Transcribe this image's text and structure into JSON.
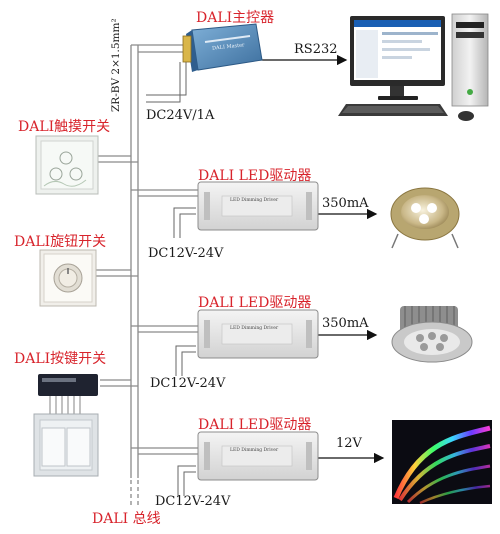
{
  "title_label": "DALI主控器",
  "rs232_label": "RS232",
  "cable_spec": "ZR-BV 2×1.5mm²",
  "controller_power": "DC24V/1A",
  "controller_brand": "DALI Master",
  "driver_title": "DALI LED驱动器",
  "driver_faceplate": "LED Dimming Driver",
  "drivers": [
    {
      "output": "350mA",
      "power": "DC12V-24V"
    },
    {
      "output": "350mA",
      "power": "DC12V-24V"
    },
    {
      "output": "12V",
      "power": "DC12V-24V"
    }
  ],
  "switches": {
    "touch": "DALI触摸开关",
    "rotary": "DALI旋钮开关",
    "button": "DALI按键开关"
  },
  "bus_label": "DALI 总线",
  "colors": {
    "label_red": "#d8242c",
    "wire_gray": "#888888",
    "screen_blue": "#1a5fb4"
  }
}
